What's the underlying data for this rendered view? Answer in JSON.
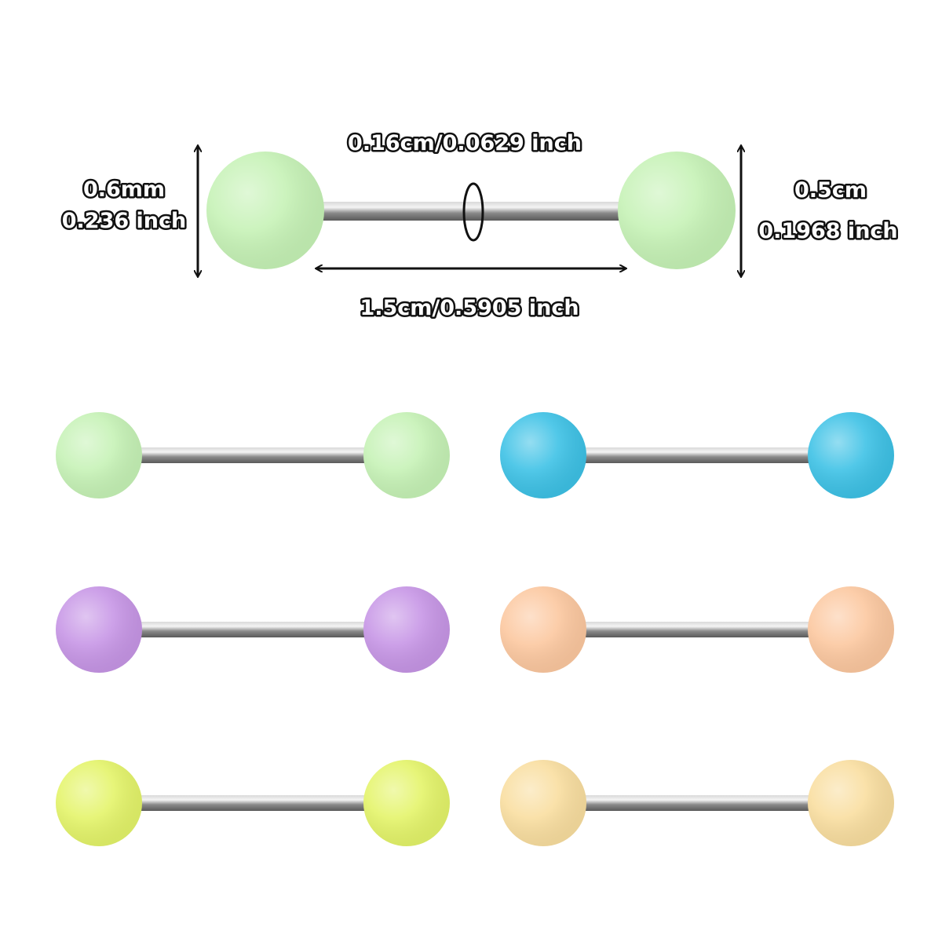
{
  "dimensions": {
    "ring_gauge": "0.16cm/0.0629 inch",
    "left_ball_mm": "0.6mm",
    "left_ball_inch": "0.236 inch",
    "right_ball_cm": "0.5cm",
    "right_ball_inch": "0.1968 inch",
    "bar_length": "1.5cm/0.5905 inch"
  },
  "featured_color": "#c6f2b6",
  "variants": [
    {
      "name": "green",
      "color": "#c6f2b6"
    },
    {
      "name": "blue",
      "color": "#3ec2e6"
    },
    {
      "name": "purple",
      "color": "#c796e6"
    },
    {
      "name": "peach",
      "color": "#fcc8a0"
    },
    {
      "name": "lime",
      "color": "#e4f46a"
    },
    {
      "name": "pale-yellow",
      "color": "#f9dea0"
    }
  ]
}
